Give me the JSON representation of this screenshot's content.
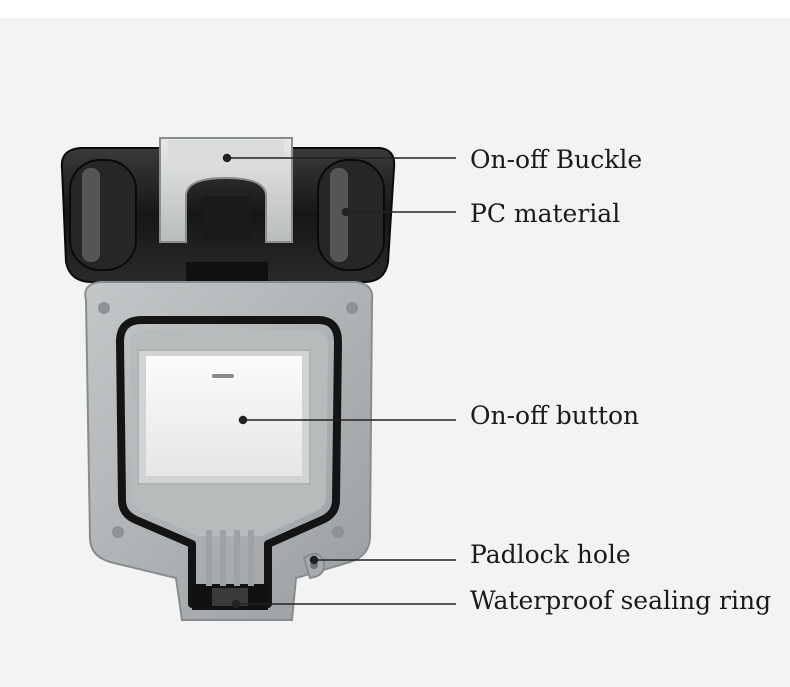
{
  "callouts": {
    "buckle": "On-off Buckle",
    "pc_material": "PC material",
    "button": "On-off button",
    "padlock": "Padlock hole",
    "sealing": "Waterproof sealing ring"
  },
  "colors": {
    "background": "#f3f3f3",
    "lid": "#1c1c1c",
    "body": "#a9adae",
    "gasket": "#151515",
    "button_face": "#f2f2f2",
    "leader_line": "#222222"
  }
}
